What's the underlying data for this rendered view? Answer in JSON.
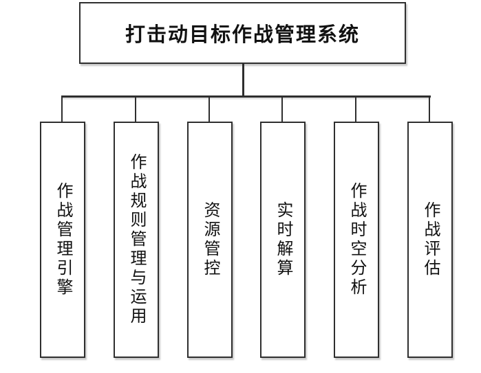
{
  "diagram": {
    "type": "hierarchy-tree",
    "root": {
      "label": "打击动目标作战管理系统"
    },
    "children": [
      {
        "label": "作战管理引擎"
      },
      {
        "label": "作战规则管理与运用"
      },
      {
        "label": "资源管控"
      },
      {
        "label": "实时解算"
      },
      {
        "label": "作战时空分析"
      },
      {
        "label": "作战评估"
      }
    ]
  },
  "colors": {
    "background": "#ffffff",
    "line": "#2e2e2e",
    "box_border": "#2e2e2e",
    "text": "#111111"
  }
}
